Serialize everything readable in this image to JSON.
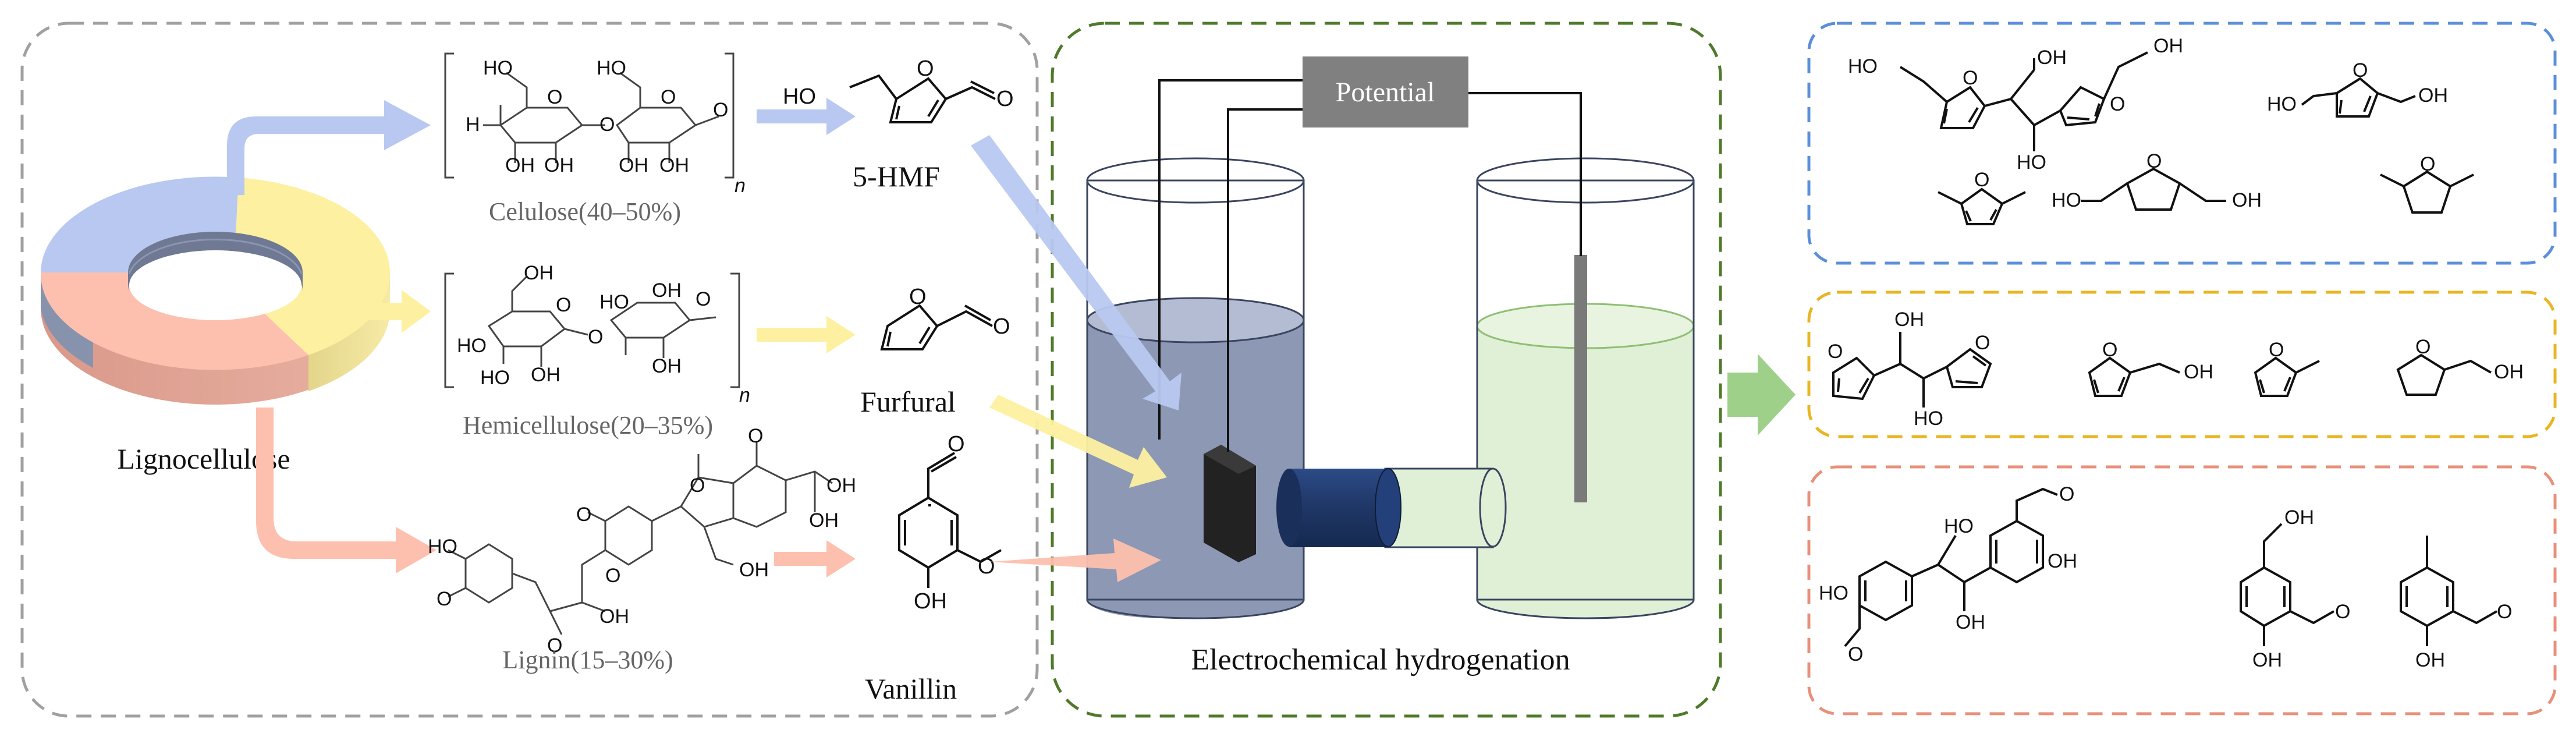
{
  "feedstock": {
    "title": "Lignocellulose",
    "components": [
      {
        "label": "Celulose(40–50%)",
        "color": "#b8c8f0"
      },
      {
        "label": "Hemicellulose(20–35%)",
        "color": "#fdf0a0"
      },
      {
        "label": "Lignin(15–30%)",
        "color": "#fdc0ae"
      }
    ],
    "cellulose_subscript": "n",
    "hemicellulose_subscript": "n"
  },
  "platform_molecules": [
    {
      "name": "5-HMF"
    },
    {
      "name": "Furfural"
    },
    {
      "name": "Vanillin"
    }
  ],
  "reactor": {
    "potential_label": "Potential",
    "caption": "Electrochemical hydrogenation"
  },
  "atoms": {
    "OH": "OH",
    "HO": "HO",
    "O": "O",
    "H": "H"
  },
  "colors": {
    "cellulose": "#b8c8f0",
    "hemicellulose": "#fdf0a0",
    "lignin": "#fdc0ae",
    "box_hmf": "#5b8fd8",
    "box_furfural": "#e8b624",
    "box_vanillin": "#e8907a",
    "box_feed": "#a0a0a0",
    "box_reactor": "#4f7a2a",
    "product_arrow": "#9ed08a",
    "potential_box": "#808080",
    "cathode_liquid": "#8c98b4",
    "anode_liquid": "#dff0d6",
    "membrane": "#1f3766"
  }
}
